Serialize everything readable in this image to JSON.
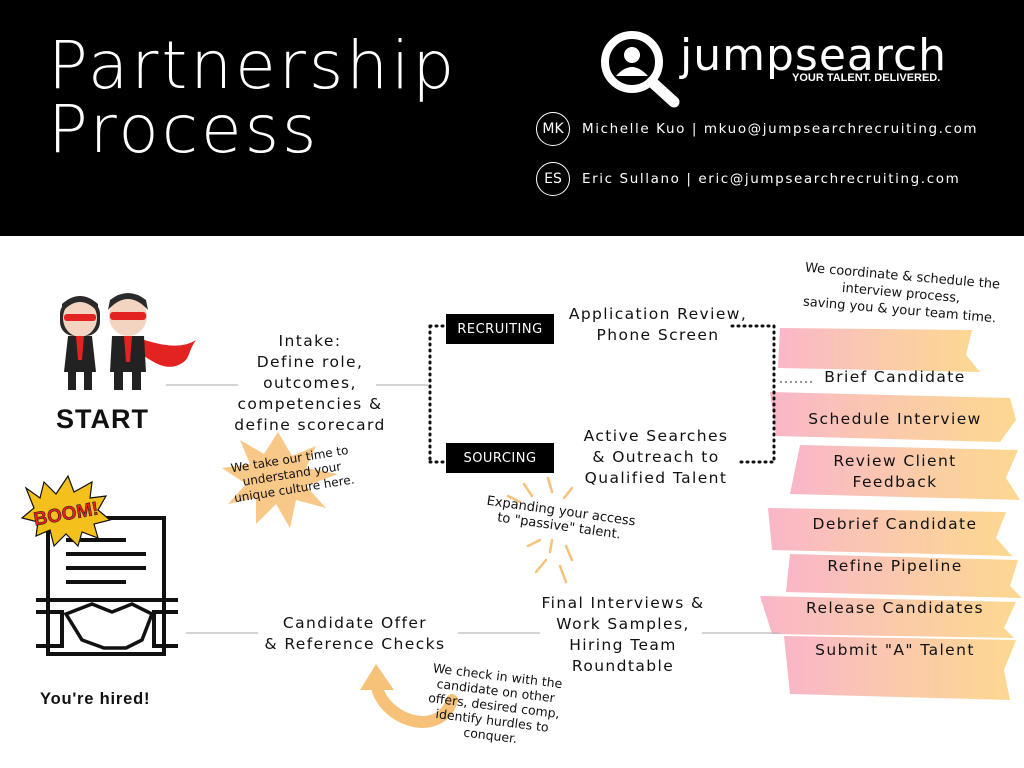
{
  "header": {
    "title_line1": "Partnership",
    "title_line2": "Process",
    "brand": "jumpsearch",
    "tagline": "YOUR TALENT. DELIVERED.",
    "contacts": [
      {
        "initials": "MK",
        "text": "Michelle Kuo | mkuo@jumpsearchrecruiting.com"
      },
      {
        "initials": "ES",
        "text": "Eric Sullano | eric@jumpsearchrecruiting.com"
      }
    ]
  },
  "start": {
    "label": "START"
  },
  "intake": {
    "text": "Intake:\nDefine role,\noutcomes,\ncompetencies &\ndefine scorecard"
  },
  "intake_note": "We take our time to\nunderstand your\nunique culture here.",
  "recruiting": {
    "tag": "RECRUITING",
    "text": "Application Review,\nPhone Screen"
  },
  "sourcing": {
    "tag": "SOURCING",
    "text": "Active Searches\n& Outreach to\nQualified Talent"
  },
  "sourcing_note": "Expanding your access\nto \"passive\" talent.",
  "coordinate_note": "We coordinate & schedule the\ninterview process,\nsaving you & your team time.",
  "steps": [
    "Brief Candidate",
    "Schedule Interview",
    "Review Client\nFeedback",
    "Debrief Candidate",
    "Refine Pipeline",
    "Release Candidates",
    "Submit \"A\" Talent"
  ],
  "final_interviews": "Final Interviews &\nWork Samples,\nHiring Team\nRoundtable",
  "offer": "Candidate Offer\n& Reference Checks",
  "offer_note": "We check in with the\ncandidate on other\noffers, desired comp,\nidentify hurdles to\nconquer.",
  "boom": "BOOM!",
  "hired": "You're hired!",
  "colors": {
    "header_bg": "#000000",
    "paint_pink": "#f9b8c8",
    "paint_yellow": "#fcd58a",
    "burst": "#f6c27a",
    "cape": "#e32222"
  }
}
